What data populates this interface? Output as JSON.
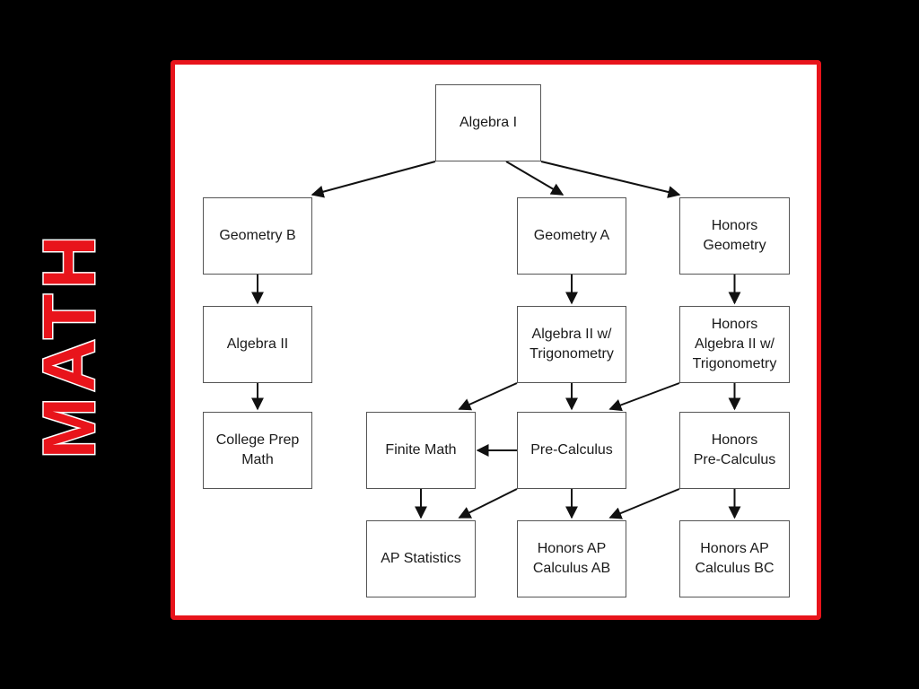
{
  "side_title": "MATH",
  "colors": {
    "background": "#000000",
    "accent": "#e8141b",
    "panel": "#ffffff",
    "node_border": "#555555",
    "arrow": "#111111"
  },
  "courses": {
    "algebra_1": "Algebra I",
    "geometry_b": "Geometry B",
    "geometry_a": "Geometry A",
    "honors_geometry": "Honors\nGeometry",
    "algebra_2": "Algebra II",
    "algebra_2_trig": "Algebra II w/\nTrigonometry",
    "honors_algebra_2_trig": "Honors\nAlgebra II w/\nTrigonometry",
    "college_prep_math": "College Prep\nMath",
    "finite_math": "Finite Math",
    "pre_calculus": "Pre-Calculus",
    "honors_pre_calculus": "Honors\nPre-Calculus",
    "ap_statistics": "AP Statistics",
    "honors_ap_calculus_ab": "Honors AP\nCalculus AB",
    "honors_ap_calculus_bc": "Honors AP\nCalculus BC"
  },
  "edges": [
    {
      "from": "algebra_1",
      "to": "geometry_b"
    },
    {
      "from": "algebra_1",
      "to": "geometry_a"
    },
    {
      "from": "algebra_1",
      "to": "honors_geometry"
    },
    {
      "from": "geometry_b",
      "to": "algebra_2"
    },
    {
      "from": "algebra_2",
      "to": "college_prep_math"
    },
    {
      "from": "geometry_a",
      "to": "algebra_2_trig"
    },
    {
      "from": "honors_geometry",
      "to": "honors_algebra_2_trig"
    },
    {
      "from": "algebra_2_trig",
      "to": "finite_math"
    },
    {
      "from": "algebra_2_trig",
      "to": "pre_calculus"
    },
    {
      "from": "honors_algebra_2_trig",
      "to": "pre_calculus"
    },
    {
      "from": "honors_algebra_2_trig",
      "to": "honors_pre_calculus"
    },
    {
      "from": "pre_calculus",
      "to": "finite_math"
    },
    {
      "from": "finite_math",
      "to": "ap_statistics"
    },
    {
      "from": "pre_calculus",
      "to": "ap_statistics"
    },
    {
      "from": "pre_calculus",
      "to": "honors_ap_calculus_ab"
    },
    {
      "from": "honors_pre_calculus",
      "to": "honors_ap_calculus_ab"
    },
    {
      "from": "honors_pre_calculus",
      "to": "honors_ap_calculus_bc"
    }
  ]
}
